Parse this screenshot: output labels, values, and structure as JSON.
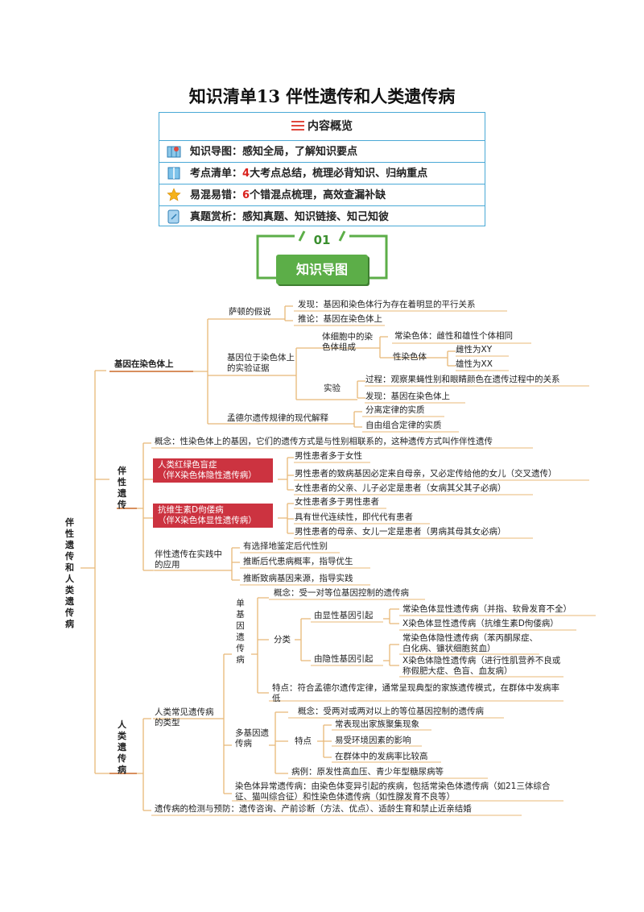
{
  "title": "知识清单13 伴性遗传和人类遗传病",
  "overview": {
    "heading": "内容概览",
    "rows": [
      {
        "icon": "map-icon",
        "label": "知识导图：",
        "highlight": "",
        "rest": "感知全局，了解知识要点"
      },
      {
        "icon": "book-icon",
        "label": "考点清单：",
        "highlight": "4",
        "rest": "大考点总结，梳理必背知识、归纳重点"
      },
      {
        "icon": "star-icon",
        "label": "易混易错：",
        "highlight": "6",
        "rest": "个错混点梳理，高效查漏补缺"
      },
      {
        "icon": "edit-icon",
        "label": "真题赏析：",
        "highlight": "",
        "rest": "感知真题、知识链接、知己知彼"
      }
    ]
  },
  "section": {
    "number": "01",
    "label": "知识导图"
  },
  "colors": {
    "accent_green": "#5cae48",
    "border_blue": "#4aa9d6",
    "red_box": "#cc3340",
    "branch": "#e8b877"
  },
  "mindmap": {
    "root": "伴性遗传和人类遗传病",
    "b1": {
      "label": "基因在染色体上",
      "sutton": "萨顿的假说",
      "sutton_find": "发现：基因和染色体行为存在着明显的平行关系",
      "sutton_infer": "推论：基因在染色体上",
      "evidence": "基因位于染色体上的实验证据",
      "composition": "体细胞中的染色体组成",
      "autosome": "常染色体：雌性和雄性个体相同",
      "sexchrom": "性染色体",
      "female": "雌性为XY",
      "male": "雄性为XX",
      "experiment": "实验",
      "process": "过程：观察果蝇性别和眼睛颜色在遗传过程中的关系",
      "exp_find": "发现：基因在染色体上",
      "mendel": "孟德尔遗传规律的现代解释",
      "segregation": "分离定律的实质",
      "assortment": "自由组合定律的实质"
    },
    "b2": {
      "label": "伴性遗传",
      "concept": "概念：性染色体上的基因，它们的遗传方式是与性别相联系的，这种遗传方式叫作伴性遗传",
      "cb_title": "人类红绿色盲症",
      "cb_sub": "（伴X染色体隐性遗传病）",
      "cb1": "男性患者多于女性",
      "cb2": "男性患者的致病基因必定来自母亲，又必定传给他的女儿（交叉遗传）",
      "cb3": "女性患者的父亲、儿子必定是患者（女病其父其子必病）",
      "vd_title": "抗维生素D佝偻病",
      "vd_sub": "（伴X染色体显性遗传病）",
      "vd1": "女性患者多于男性患者",
      "vd2": "具有世代连续性，即代代有患者",
      "vd3": "男性患者的母亲、女儿一定是患者（男病其母其女必病）",
      "app": "伴性遗传在实践中的应用",
      "app1": "有选择地鉴定后代性别",
      "app2": "推断后代患病概率，指导优生",
      "app3": "推断致病基因来源，指导实践"
    },
    "b3": {
      "label": "人类遗传病",
      "types": "人类常见遗传病的类型",
      "single": "单基因遗传病",
      "single_concept": "概念：受一对等位基因控制的遗传病",
      "classify": "分类",
      "dominant": "由显性基因引起",
      "dom1": "常染色体显性遗传病（并指、软骨发育不全）",
      "dom2": "X染色体显性遗传病（抗维生素D佝偻病）",
      "recessive": "由隐性基因引起",
      "rec1": "常染色体隐性遗传病（苯丙酮尿症、白化病、镰状细胞贫血）",
      "rec2": "X染色体隐性遗传病（进行性肌营养不良或称假肥大症、色盲、血友病）",
      "single_feature": "特点：符合孟德尔遗传定律，通常呈现典型的家族遗传模式，在群体中发病率低",
      "multi": "多基因遗传病",
      "multi_concept": "概念：受两对或两对以上的等位基因控制的遗传病",
      "feature": "特点",
      "mf1": "常表现出家族聚集现象",
      "mf2": "易受环境因素的影响",
      "mf3": "在群体中的发病率比较高",
      "multi_example": "病例：原发性高血压、青少年型糖尿病等",
      "chrom": "染色体异常遗传病：由染色体变异引起的疾病，包括常染色体遗传病（如21三体综合征、猫叫综合征）和性染色体遗传病（如性腺发育不良等）",
      "detect": "遗传病的检测与预防：遗传咨询、产前诊断（方法、优点）、适龄生育和禁止近亲结婚"
    }
  }
}
